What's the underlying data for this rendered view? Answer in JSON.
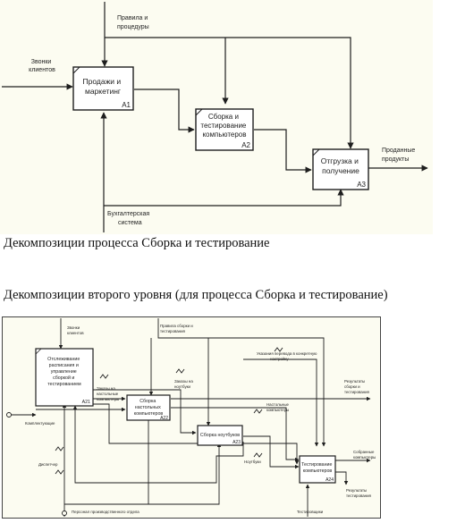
{
  "diagram1": {
    "inputs": {
      "calls": [
        "Звонки",
        "клиентов"
      ],
      "rules": [
        "Правила и",
        "процедуры"
      ],
      "accounting": [
        "Бухгалтерская",
        "система"
      ],
      "sold": [
        "Проданные",
        "продукты"
      ]
    },
    "boxes": [
      {
        "title": [
          "Продажи и",
          "маркетинг"
        ],
        "code": "А1"
      },
      {
        "title": [
          "Сборка и",
          "тестирование",
          "компьютеров"
        ],
        "code": "А2"
      },
      {
        "title": [
          "Отгрузка и",
          "получение"
        ],
        "code": "А3"
      }
    ]
  },
  "caption1": "Декомпозиции процесса Сборка и тестирование",
  "caption2": "Декомпозиции второго уровня (для процесса Сборка и тестирование)",
  "diagram2": {
    "labels": {
      "client_calls": [
        "Звонки",
        "клиентов"
      ],
      "rules_top": [
        "Правила сборки и",
        "тестирования"
      ],
      "upgrade": [
        "Указания перевода в конкретную",
        "настройку"
      ],
      "assembly_results": [
        "Результаты",
        "сборки и",
        "тестирования"
      ],
      "orders_desktop": [
        "Заказы на",
        "настольные",
        "компьютеры"
      ],
      "orders_laptop": [
        "Заказы на",
        "ноутбуки"
      ],
      "desktop_computers": [
        "Настольные",
        "компьютеры"
      ],
      "accessories": "Комплектующие",
      "dispatcher": "Диспетчер",
      "laptops": "Ноутбуки",
      "assembled": [
        "Собранные",
        "компьютеры"
      ],
      "test_results": [
        "Результаты",
        "тестирования"
      ],
      "personnel": "Персонал производственного отдела",
      "tester": "Тестировщики"
    },
    "boxes": [
      {
        "title": [
          "Отслеживание",
          "расписания и",
          "управление",
          "сборкой и",
          "тестированием"
        ],
        "code": "А21"
      },
      {
        "title": [
          "Сборка",
          "настольных",
          "компьютеров"
        ],
        "code": "А22"
      },
      {
        "title": [
          "Сборка ноутбуков"
        ],
        "code": "А23"
      },
      {
        "title": [
          "Тестирование",
          "компьютеров"
        ],
        "code": "А24"
      }
    ]
  },
  "colors": {
    "diagram_bg": "#fcfcf1",
    "line": "#1e1e1e",
    "box_fill": "#ffffff"
  }
}
